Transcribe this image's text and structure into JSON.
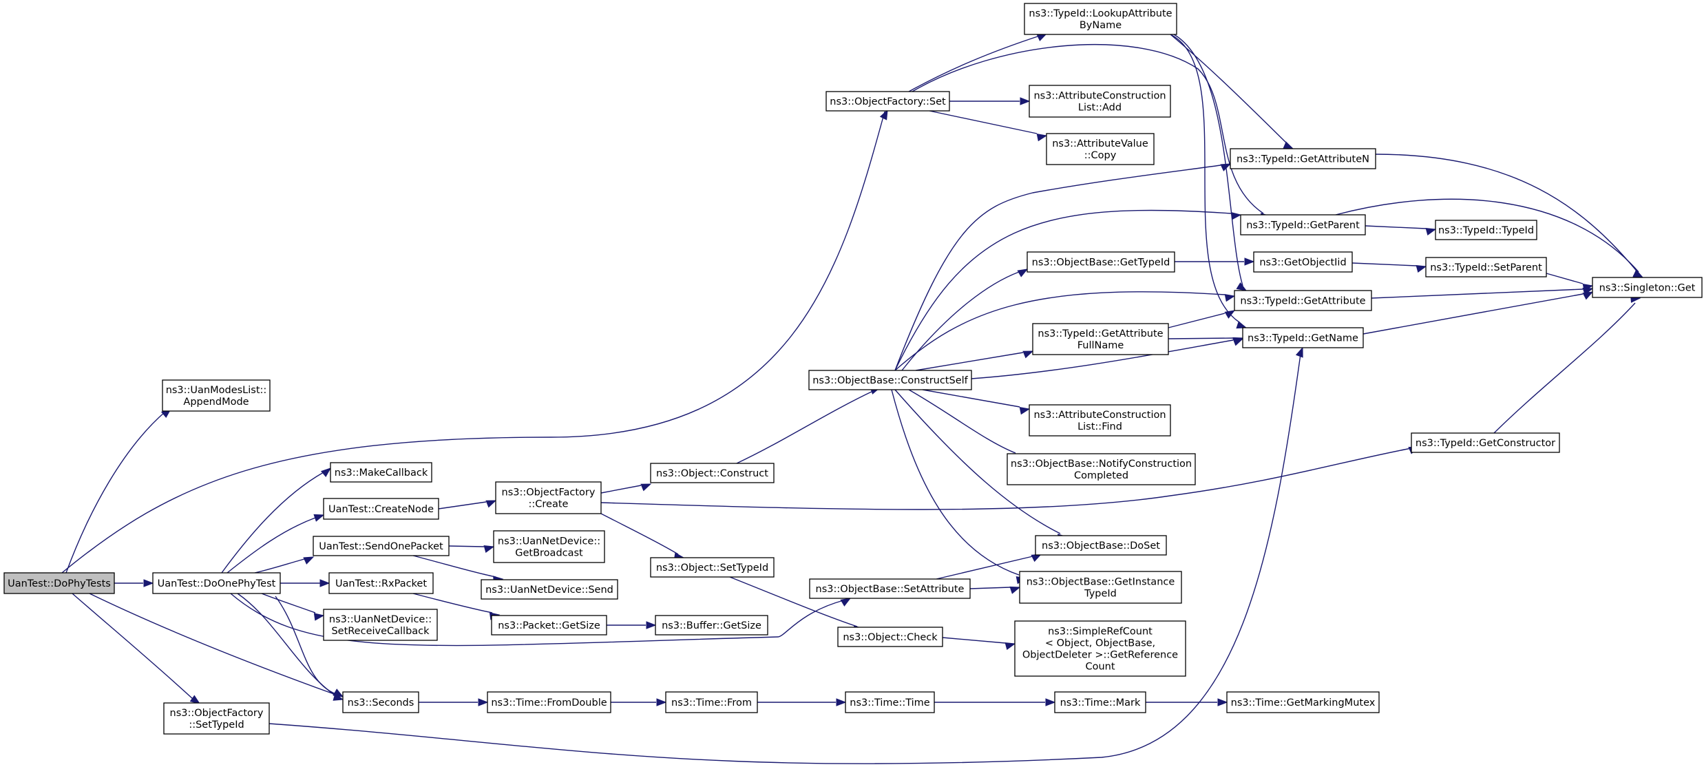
{
  "diagram": {
    "edge_color": "#191970",
    "root_fill": "#bfbfbf",
    "nodes": [
      {
        "id": "dophytests",
        "lines": [
          "UanTest::DoPhyTests"
        ],
        "root": true
      },
      {
        "id": "appendmode",
        "lines": [
          "ns3::UanModesList::",
          "AppendMode"
        ]
      },
      {
        "id": "dophytest",
        "lines": [
          "UanTest::DoOnePhyTest"
        ]
      },
      {
        "id": "ofsettypeid",
        "lines": [
          "ns3::ObjectFactory",
          "::SetTypeId"
        ]
      },
      {
        "id": "ofset",
        "lines": [
          "ns3::ObjectFactory::Set"
        ]
      },
      {
        "id": "makecallback",
        "lines": [
          "ns3::MakeCallback"
        ]
      },
      {
        "id": "createnode",
        "lines": [
          "UanTest::CreateNode"
        ]
      },
      {
        "id": "sendonepacket",
        "lines": [
          "UanTest::SendOnePacket"
        ]
      },
      {
        "id": "rxpacket",
        "lines": [
          "UanTest::RxPacket"
        ]
      },
      {
        "id": "setreceivecb",
        "lines": [
          "ns3::UanNetDevice::",
          "SetReceiveCallback"
        ]
      },
      {
        "id": "seconds",
        "lines": [
          "ns3::Seconds"
        ]
      },
      {
        "id": "ofcreate",
        "lines": [
          "ns3::ObjectFactory",
          "::Create"
        ]
      },
      {
        "id": "getbroadcast",
        "lines": [
          "ns3::UanNetDevice::",
          "GetBroadcast"
        ]
      },
      {
        "id": "uansend",
        "lines": [
          "ns3::UanNetDevice::Send"
        ]
      },
      {
        "id": "packetgetsize",
        "lines": [
          "ns3::Packet::GetSize"
        ]
      },
      {
        "id": "fromdouble",
        "lines": [
          "ns3::Time::FromDouble"
        ]
      },
      {
        "id": "objconstruct",
        "lines": [
          "ns3::Object::Construct"
        ]
      },
      {
        "id": "objsettypeid",
        "lines": [
          "ns3::Object::SetTypeId"
        ]
      },
      {
        "id": "buffergetsize",
        "lines": [
          "ns3::Buffer::GetSize"
        ]
      },
      {
        "id": "timefrom",
        "lines": [
          "ns3::Time::From"
        ]
      },
      {
        "id": "constructself",
        "lines": [
          "ns3::ObjectBase::ConstructSelf"
        ]
      },
      {
        "id": "setattribute",
        "lines": [
          "ns3::ObjectBase::SetAttribute"
        ]
      },
      {
        "id": "objcheck",
        "lines": [
          "ns3::Object::Check"
        ]
      },
      {
        "id": "timetime",
        "lines": [
          "ns3::Time::Time"
        ]
      },
      {
        "id": "lookupattr",
        "lines": [
          "ns3::TypeId::LookupAttribute",
          "ByName"
        ]
      },
      {
        "id": "acladd",
        "lines": [
          "ns3::AttributeConstruction",
          "List::Add"
        ]
      },
      {
        "id": "avcopy",
        "lines": [
          "ns3::AttributeValue",
          "::Copy"
        ]
      },
      {
        "id": "obgettypeid",
        "lines": [
          "ns3::ObjectBase::GetTypeId"
        ]
      },
      {
        "id": "getattrfullname",
        "lines": [
          "ns3::TypeId::GetAttribute",
          "FullName"
        ]
      },
      {
        "id": "aclfind",
        "lines": [
          "ns3::AttributeConstruction",
          "List::Find"
        ]
      },
      {
        "id": "notifyconstruction",
        "lines": [
          "ns3::ObjectBase::NotifyConstruction",
          "Completed"
        ]
      },
      {
        "id": "doset",
        "lines": [
          "ns3::ObjectBase::DoSet"
        ]
      },
      {
        "id": "getinstancetypeid",
        "lines": [
          "ns3::ObjectBase::GetInstance",
          "TypeId"
        ]
      },
      {
        "id": "simplerefcount",
        "lines": [
          "ns3::SimpleRefCount",
          "< Object, ObjectBase,",
          "ObjectDeleter >::GetReference",
          "Count"
        ]
      },
      {
        "id": "timemark",
        "lines": [
          "ns3::Time::Mark"
        ]
      },
      {
        "id": "getattributen",
        "lines": [
          "ns3::TypeId::GetAttributeN"
        ]
      },
      {
        "id": "getparent",
        "lines": [
          "ns3::TypeId::GetParent"
        ]
      },
      {
        "id": "getobjectiid",
        "lines": [
          "ns3::GetObjectIid"
        ]
      },
      {
        "id": "getattribute",
        "lines": [
          "ns3::TypeId::GetAttribute"
        ]
      },
      {
        "id": "getname",
        "lines": [
          "ns3::TypeId::GetName"
        ]
      },
      {
        "id": "getconstructor",
        "lines": [
          "ns3::TypeId::GetConstructor"
        ]
      },
      {
        "id": "getmarkingmutex",
        "lines": [
          "ns3::Time::GetMarkingMutex"
        ]
      },
      {
        "id": "typeidtypeid",
        "lines": [
          "ns3::TypeId::TypeId"
        ]
      },
      {
        "id": "setparent",
        "lines": [
          "ns3::TypeId::SetParent"
        ]
      },
      {
        "id": "singletonget",
        "lines": [
          "ns3::Singleton::Get"
        ]
      }
    ]
  }
}
